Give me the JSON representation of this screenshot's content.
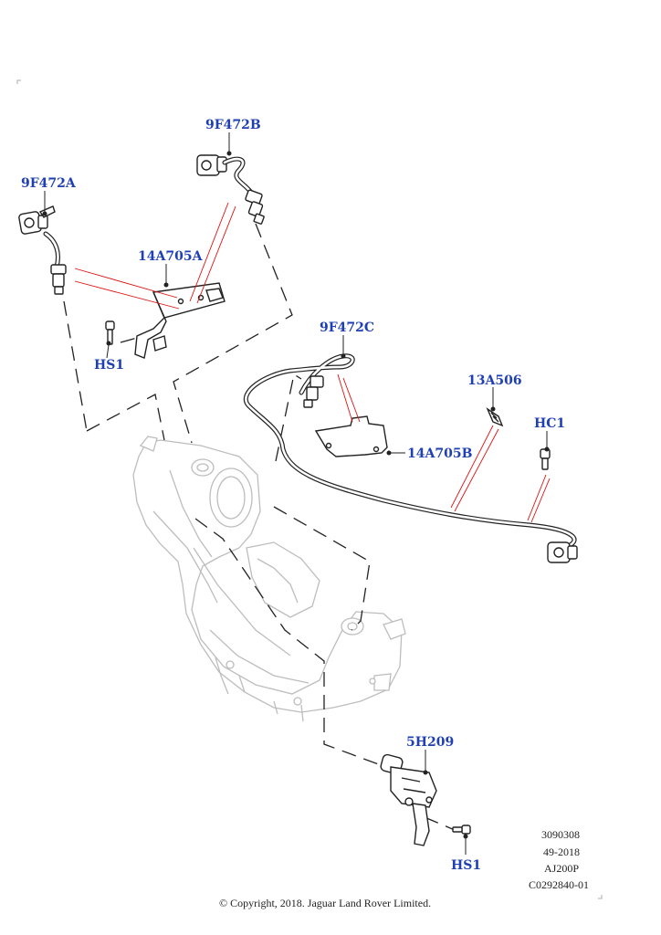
{
  "callouts": {
    "sensor_a": "9F472A",
    "sensor_b": "9F472B",
    "sensor_c": "9F472C",
    "bracket_a": "14A705A",
    "bracket_b": "14A705B",
    "clip": "13A506",
    "clip_hc": "HC1",
    "bolt_upper": "HS1",
    "bolt_lower": "HS1",
    "sensor_module": "5H209"
  },
  "reference": {
    "illustration_number": "3090308",
    "date_code": "49-2018",
    "engine_code": "AJ200P",
    "catalog_code": "C0292840-01"
  },
  "copyright": "© Copyright, 2018. Jaguar Land Rover Limited.",
  "colors": {
    "callout_text": "#1f3fb5",
    "leader_lines": "#e01010",
    "outline": "#222222",
    "ghost_outline": "#bdbdbd"
  }
}
